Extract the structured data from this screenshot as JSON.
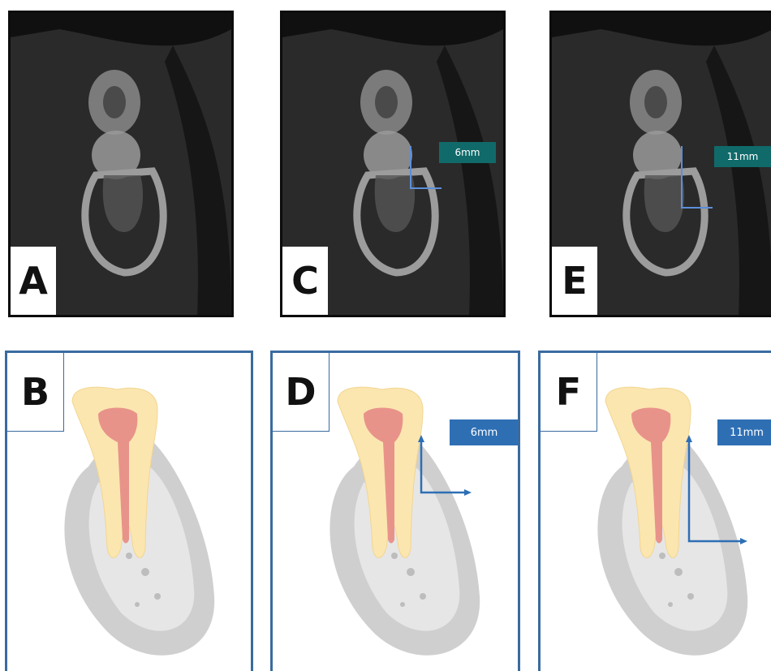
{
  "panels": {
    "a": {
      "letter": "A"
    },
    "b": {
      "letter": "B"
    },
    "c": {
      "letter": "C",
      "measurement": "6mm"
    },
    "d": {
      "letter": "D",
      "measurement": "6mm"
    },
    "e": {
      "letter": "E",
      "measurement": "11mm"
    },
    "f": {
      "letter": "F",
      "measurement": "11mm"
    }
  },
  "colors": {
    "ct_frame": "#0c0c0c",
    "schematic_frame": "#3a6ba0",
    "ct_label_bg": "#106a6a",
    "schematic_label_bg": "#2e6fb4",
    "measure_line": "#5c8fd8",
    "tooth_crown": "#fbe6b0",
    "pulp": "#e8938a",
    "bone": "#d9d9d9"
  },
  "icons": {
    "ct_panels": "cbct-tooth-crosssection",
    "schematic_panels": "tooth-in-bone-schematic"
  }
}
